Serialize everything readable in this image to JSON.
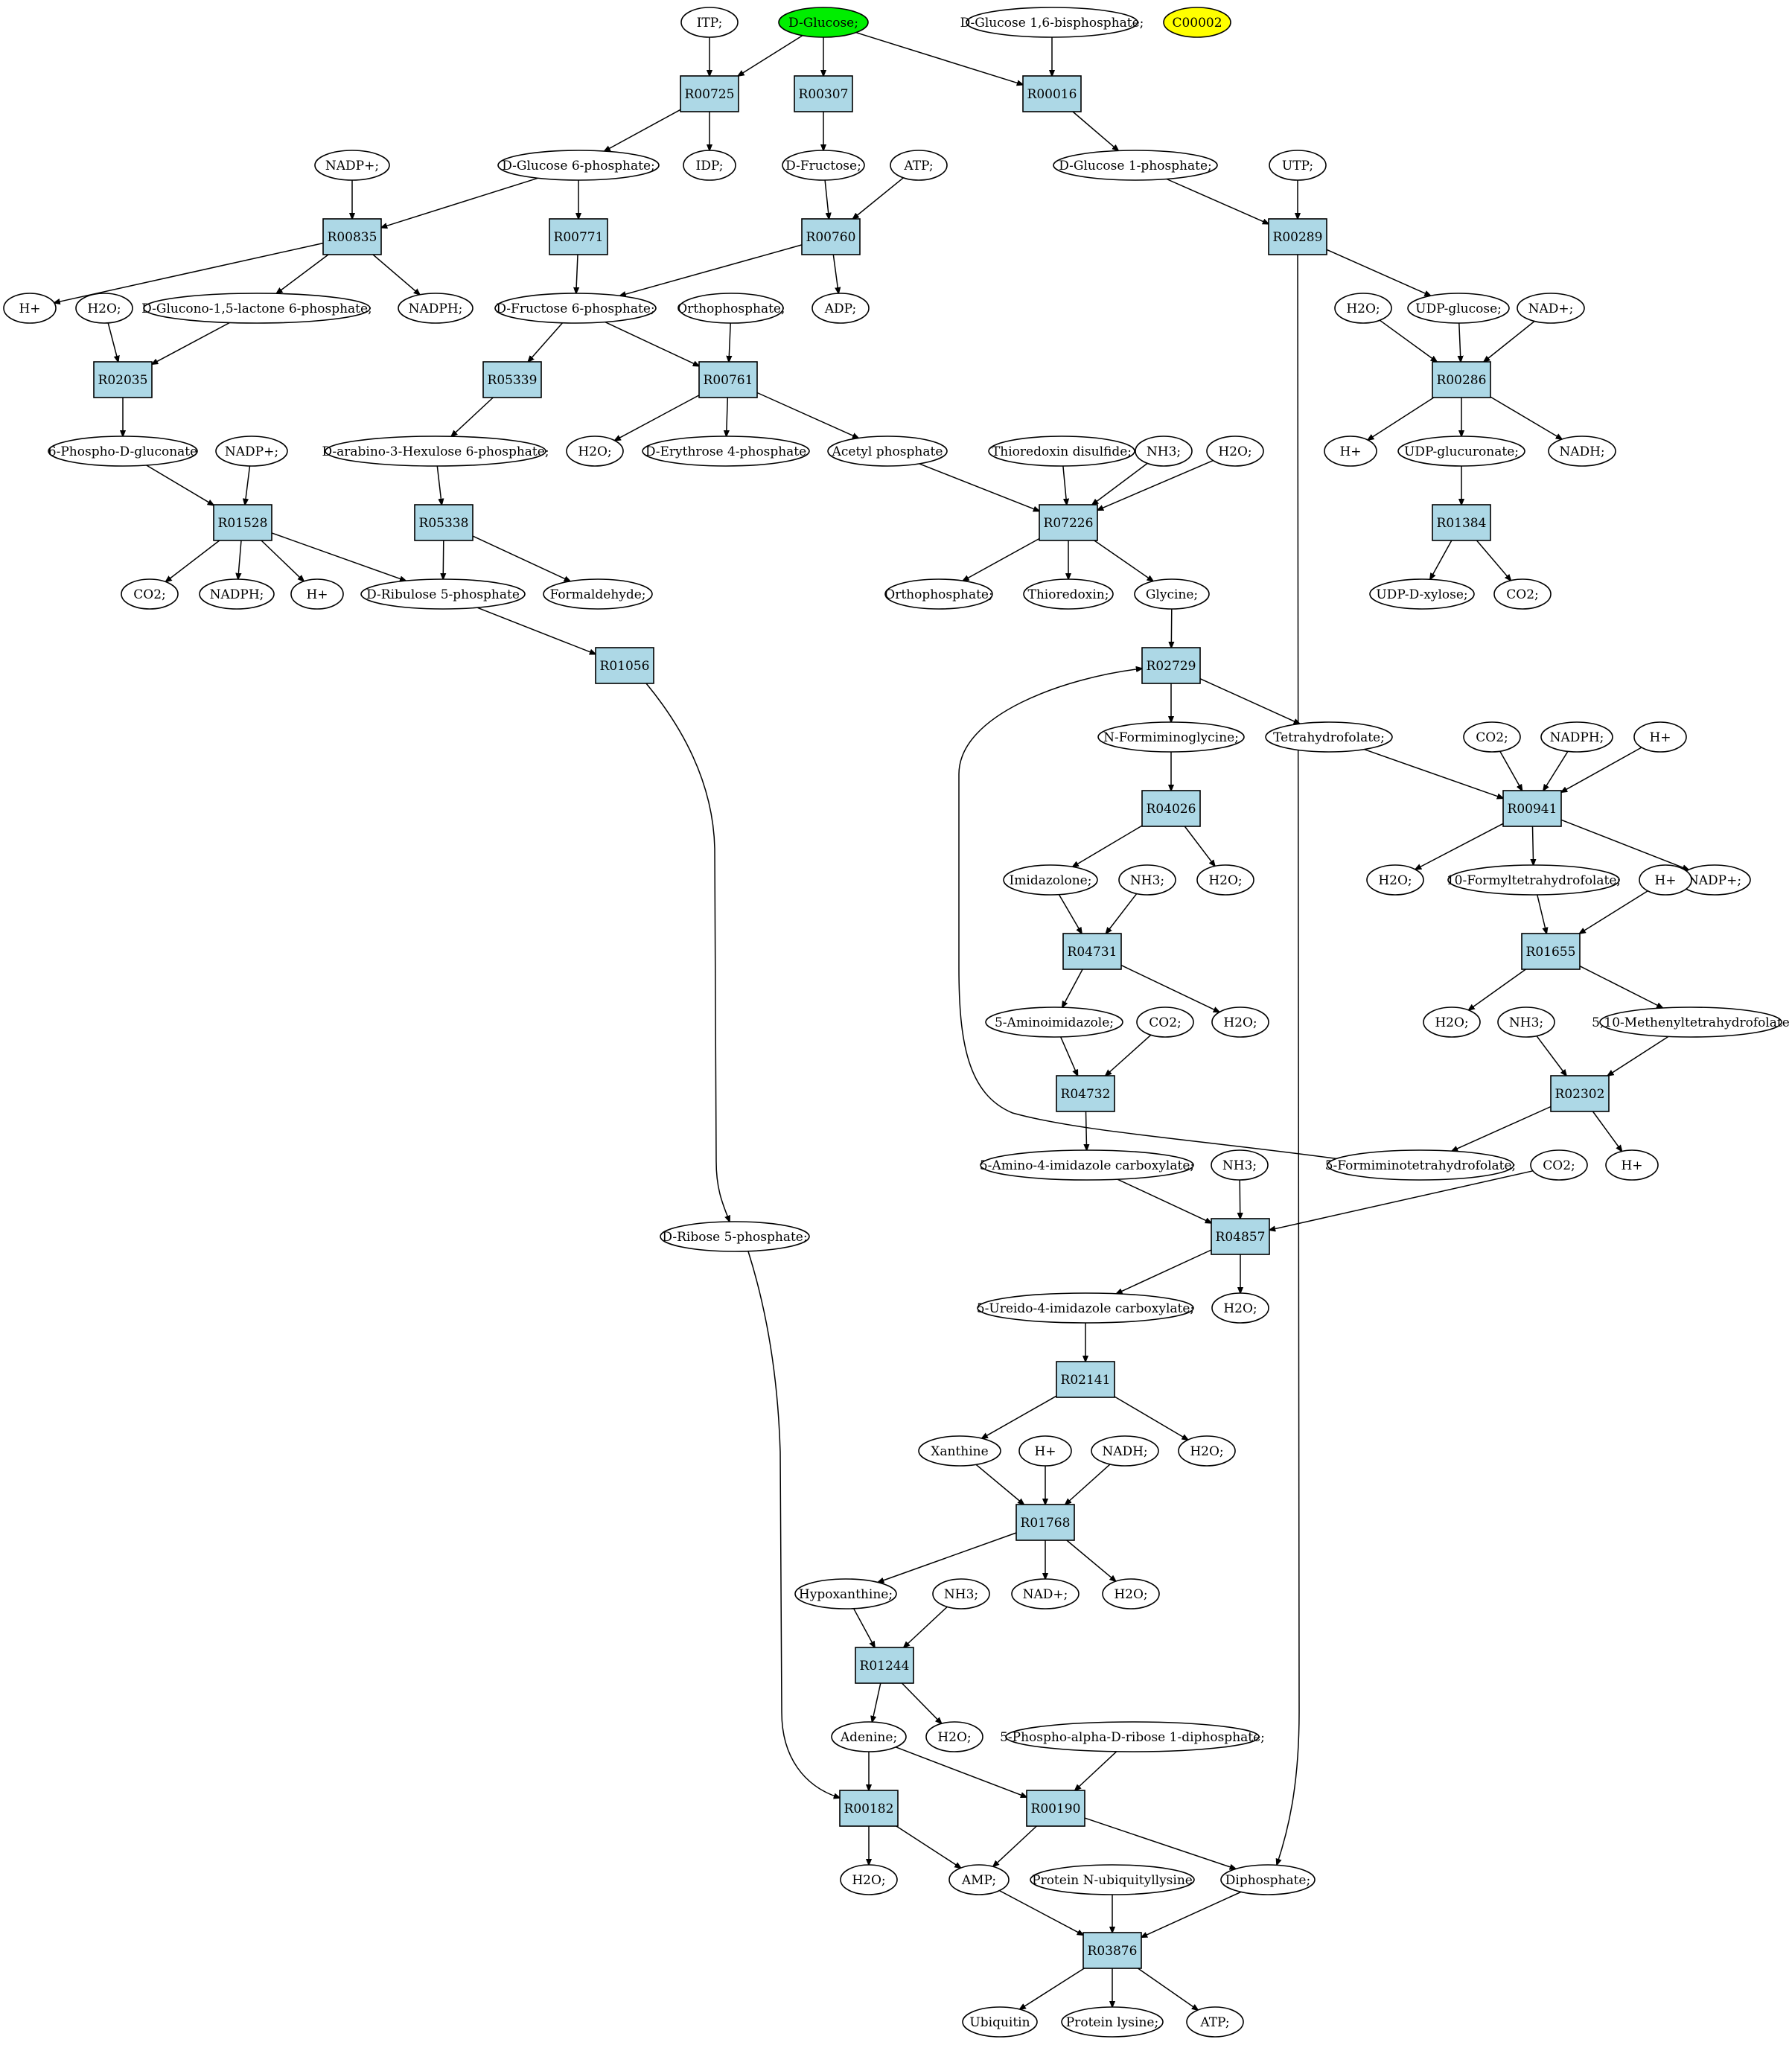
{
  "diagram": {
    "colors": {
      "reaction_fill": "#add8e6",
      "start_fill": "#00ee00",
      "highlight_fill": "#ffff00",
      "node_fill": "#ffffff",
      "stroke": "#000000"
    },
    "reactions": [
      {
        "id": "r00725",
        "label": "R00725"
      },
      {
        "id": "r00307",
        "label": "R00307"
      },
      {
        "id": "r00016",
        "label": "R00016"
      },
      {
        "id": "r00835",
        "label": "R00835"
      },
      {
        "id": "r00771",
        "label": "R00771"
      },
      {
        "id": "r00760",
        "label": "R00760"
      },
      {
        "id": "r00289",
        "label": "R00289"
      },
      {
        "id": "r02035",
        "label": "R02035"
      },
      {
        "id": "r05339",
        "label": "R05339"
      },
      {
        "id": "r00761",
        "label": "R00761"
      },
      {
        "id": "r00286",
        "label": "R00286"
      },
      {
        "id": "r01528",
        "label": "R01528"
      },
      {
        "id": "r05338",
        "label": "R05338"
      },
      {
        "id": "r07226",
        "label": "R07226"
      },
      {
        "id": "r01384",
        "label": "R01384"
      },
      {
        "id": "r01056",
        "label": "R01056"
      },
      {
        "id": "r02729",
        "label": "R02729"
      },
      {
        "id": "r04026",
        "label": "R04026"
      },
      {
        "id": "r00941",
        "label": "R00941"
      },
      {
        "id": "r04731",
        "label": "R04731"
      },
      {
        "id": "r01655",
        "label": "R01655"
      },
      {
        "id": "r04732",
        "label": "R04732"
      },
      {
        "id": "r02302",
        "label": "R02302"
      },
      {
        "id": "r04857",
        "label": "R04857"
      },
      {
        "id": "r02141",
        "label": "R02141"
      },
      {
        "id": "r01768",
        "label": "R01768"
      },
      {
        "id": "r01244",
        "label": "R01244"
      },
      {
        "id": "r00182",
        "label": "R00182"
      },
      {
        "id": "r00190",
        "label": "R00190"
      },
      {
        "id": "r03876",
        "label": "R03876"
      }
    ],
    "compounds": [
      {
        "id": "itp",
        "label": "ITP;"
      },
      {
        "id": "d-glucose",
        "label": "D-Glucose;",
        "style": "start"
      },
      {
        "id": "d-glucose-16bp",
        "label": "D-Glucose 1,6-bisphosphate;"
      },
      {
        "id": "c00002",
        "label": "C00002",
        "style": "highlight"
      },
      {
        "id": "nadp-1",
        "label": "NADP+;"
      },
      {
        "id": "d-glucose-6p",
        "label": "D-Glucose 6-phosphate;"
      },
      {
        "id": "idp",
        "label": "IDP;"
      },
      {
        "id": "d-fructose",
        "label": "D-Fructose;"
      },
      {
        "id": "atp-1",
        "label": "ATP;"
      },
      {
        "id": "d-glucose-1p",
        "label": "D-Glucose 1-phosphate;"
      },
      {
        "id": "utp",
        "label": "UTP;"
      },
      {
        "id": "h-1",
        "label": "H+"
      },
      {
        "id": "h2o-1",
        "label": "H2O;"
      },
      {
        "id": "glucono-lactone",
        "label": "D-Glucono-1,5-lactone 6-phosphate;"
      },
      {
        "id": "nadph-1",
        "label": "NADPH;"
      },
      {
        "id": "d-fructose-6p",
        "label": "D-Fructose 6-phosphate;"
      },
      {
        "id": "orthophosphate-1",
        "label": "Orthophosphate;"
      },
      {
        "id": "adp",
        "label": "ADP;"
      },
      {
        "id": "h2o-2",
        "label": "H2O;"
      },
      {
        "id": "udp-glucose",
        "label": "UDP-glucose;"
      },
      {
        "id": "nad-1",
        "label": "NAD+;"
      },
      {
        "id": "phospho-gluconate",
        "label": "6-Phospho-D-gluconate"
      },
      {
        "id": "nadp-2",
        "label": "NADP+;"
      },
      {
        "id": "hexulose-6p",
        "label": "D-arabino-3-Hexulose 6-phosphate;"
      },
      {
        "id": "h2o-3",
        "label": "H2O;"
      },
      {
        "id": "erythrose-4p",
        "label": "D-Erythrose 4-phosphate"
      },
      {
        "id": "acetyl-phosphate",
        "label": "Acetyl phosphate"
      },
      {
        "id": "thioredoxin-disulfide",
        "label": "Thioredoxin disulfide;"
      },
      {
        "id": "nh3-1",
        "label": "NH3;"
      },
      {
        "id": "h2o-4",
        "label": "H2O;"
      },
      {
        "id": "h-2",
        "label": "H+"
      },
      {
        "id": "udp-glucuronate",
        "label": "UDP-glucuronate;"
      },
      {
        "id": "nadh-1",
        "label": "NADH;"
      },
      {
        "id": "co2-1",
        "label": "CO2;"
      },
      {
        "id": "nadph-2",
        "label": "NADPH;"
      },
      {
        "id": "h-3",
        "label": "H+"
      },
      {
        "id": "ribulose-5p",
        "label": "D-Ribulose 5-phosphate"
      },
      {
        "id": "formaldehyde",
        "label": "Formaldehyde;"
      },
      {
        "id": "orthophosphate-2",
        "label": "Orthophosphate;"
      },
      {
        "id": "thioredoxin",
        "label": "Thioredoxin;"
      },
      {
        "id": "glycine",
        "label": "Glycine;"
      },
      {
        "id": "udp-xylose",
        "label": "UDP-D-xylose;"
      },
      {
        "id": "co2-2",
        "label": "CO2;"
      },
      {
        "id": "n-formiminoglycine",
        "label": "N-Formiminoglycine;"
      },
      {
        "id": "tetrahydrofolate",
        "label": "Tetrahydrofolate;"
      },
      {
        "id": "co2-3",
        "label": "CO2;"
      },
      {
        "id": "nadph-3",
        "label": "NADPH;"
      },
      {
        "id": "h-4",
        "label": "H+"
      },
      {
        "id": "imidazolone",
        "label": "Imidazolone;"
      },
      {
        "id": "nh3-2",
        "label": "NH3;"
      },
      {
        "id": "h2o-5",
        "label": "H2O;"
      },
      {
        "id": "h2o-6",
        "label": "H2O;"
      },
      {
        "id": "formyl-thf",
        "label": "10-Formyltetrahydrofolate;"
      },
      {
        "id": "nadp-3",
        "label": "NADP+;"
      },
      {
        "id": "h-5",
        "label": "H+"
      },
      {
        "id": "aminoimidazole",
        "label": "5-Aminoimidazole;"
      },
      {
        "id": "co2-4",
        "label": "CO2;"
      },
      {
        "id": "h2o-7",
        "label": "H2O;"
      },
      {
        "id": "h2o-8",
        "label": "H2O;"
      },
      {
        "id": "nh3-3",
        "label": "NH3;"
      },
      {
        "id": "methenyl-thf",
        "label": "5,10-Methenyltetrahydrofolate"
      },
      {
        "id": "amino-imidazole-carboxylate",
        "label": "5-Amino-4-imidazole carboxylate;"
      },
      {
        "id": "nh3-4",
        "label": "NH3;"
      },
      {
        "id": "formimino-thf",
        "label": "5-Formiminotetrahydrofolate;"
      },
      {
        "id": "co2-5",
        "label": "CO2;"
      },
      {
        "id": "h-6",
        "label": "H+"
      },
      {
        "id": "d-ribose-5p",
        "label": "D-Ribose 5-phosphate;"
      },
      {
        "id": "ureido-imidazole-carboxylate",
        "label": "5-Ureido-4-imidazole carboxylate;"
      },
      {
        "id": "h2o-9",
        "label": "H2O;"
      },
      {
        "id": "xanthine",
        "label": "Xanthine"
      },
      {
        "id": "h-7",
        "label": "H+"
      },
      {
        "id": "nadh-2",
        "label": "NADH;"
      },
      {
        "id": "h2o-10",
        "label": "H2O;"
      },
      {
        "id": "hypoxanthine",
        "label": "Hypoxanthine;"
      },
      {
        "id": "nh3-5",
        "label": "NH3;"
      },
      {
        "id": "nad-2",
        "label": "NAD+;"
      },
      {
        "id": "h2o-11",
        "label": "H2O;"
      },
      {
        "id": "adenine",
        "label": "Adenine;"
      },
      {
        "id": "h2o-12",
        "label": "H2O;"
      },
      {
        "id": "prpp",
        "label": "5-Phospho-alpha-D-ribose 1-diphosphate;"
      },
      {
        "id": "h2o-13",
        "label": "H2O;"
      },
      {
        "id": "amp",
        "label": "AMP;"
      },
      {
        "id": "protein-n-ubiquityllysine",
        "label": "Protein N-ubiquityllysine"
      },
      {
        "id": "diphosphate",
        "label": "Diphosphate;"
      },
      {
        "id": "ubiquitin",
        "label": "Ubiquitin"
      },
      {
        "id": "protein-lysine",
        "label": "Protein lysine;"
      },
      {
        "id": "atp-2",
        "label": "ATP;"
      }
    ]
  }
}
